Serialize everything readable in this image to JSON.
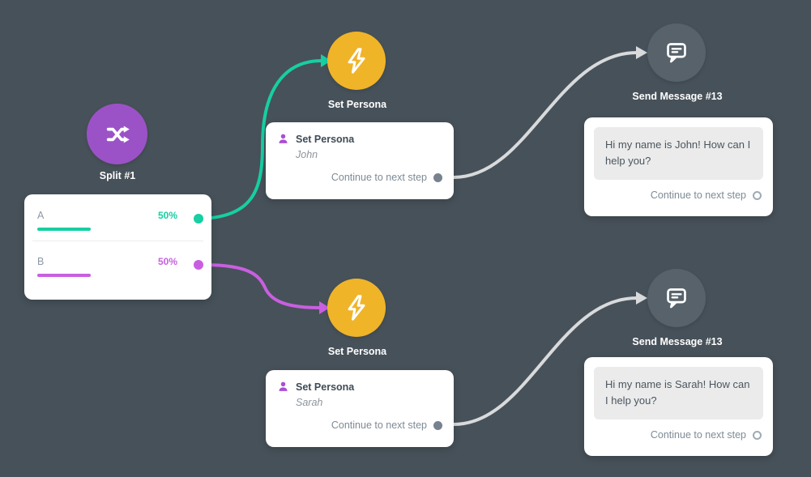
{
  "colors": {
    "background": "#475159",
    "split_accent": "#9b52c7",
    "persona_accent": "#f0b429",
    "message_accent": "#57626b",
    "branch_a": "#16cfa2",
    "branch_b": "#c95fe0",
    "connector_gray": "#d8dadc"
  },
  "icons": {
    "split_node": "shuffle-icon",
    "persona_node": "lightning-icon",
    "message_node": "chat-bubble-icon",
    "persona_card": "person-icon",
    "persona_port": "filled-dot-port",
    "message_port": "ring-port"
  },
  "split": {
    "node_label": "Split #1",
    "card": {
      "rows": [
        {
          "label": "A",
          "percent": "50%"
        },
        {
          "label": "B",
          "percent": "50%"
        }
      ]
    }
  },
  "branches": [
    {
      "persona_node_label": "Set Persona",
      "persona_card": {
        "title": "Set Persona",
        "subtitle": "John",
        "action": "Continue to next step"
      },
      "message_node_label": "Send Message #13",
      "message_card": {
        "text": "Hi my name is John! How can I help you?",
        "action": "Continue to next step"
      }
    },
    {
      "persona_node_label": "Set Persona",
      "persona_card": {
        "title": "Set Persona",
        "subtitle": "Sarah",
        "action": "Continue to next step"
      },
      "message_node_label": "Send Message #13",
      "message_card": {
        "text": "Hi my name is Sarah! How can I help you?",
        "action": "Continue to next step"
      }
    }
  ]
}
